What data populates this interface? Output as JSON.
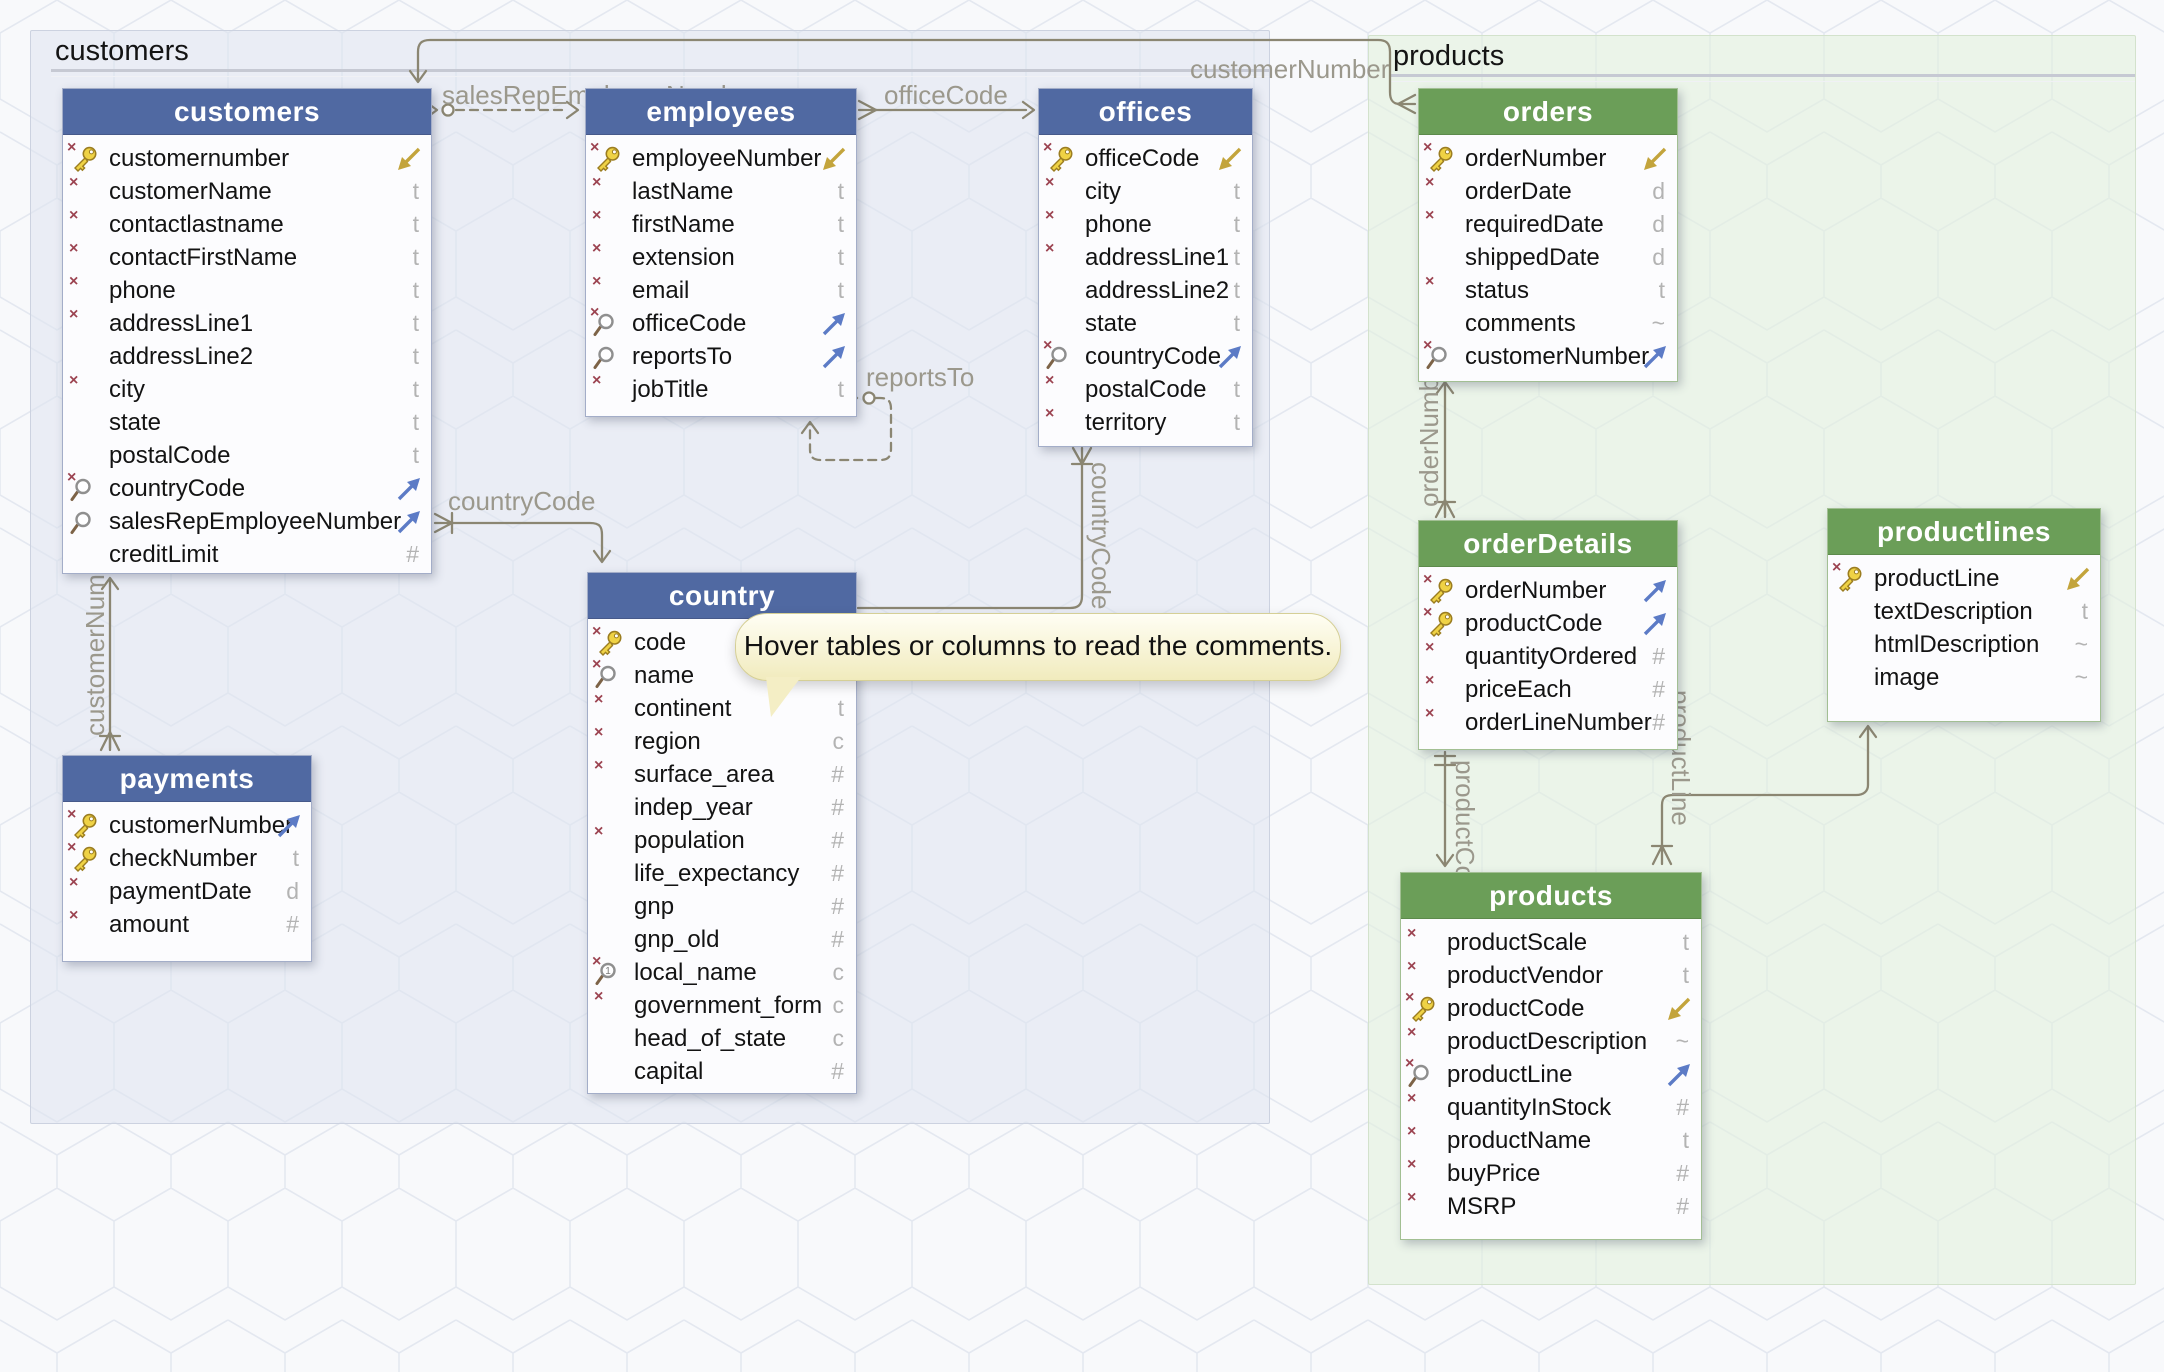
{
  "groups": [
    {
      "id": "customers",
      "label": "customers"
    },
    {
      "id": "products",
      "label": "products"
    }
  ],
  "tooltip": {
    "text": "Hover tables or columns to read the comments."
  },
  "tables": [
    {
      "id": "customers",
      "title": "customers",
      "theme": "blue",
      "columns": [
        {
          "name": "customernumber",
          "icon": "xkey",
          "marker": "ref"
        },
        {
          "name": "customerName",
          "icon": "x",
          "type": "t"
        },
        {
          "name": "contactlastname",
          "icon": "x",
          "type": "t"
        },
        {
          "name": "contactFirstName",
          "icon": "x",
          "type": "t"
        },
        {
          "name": "phone",
          "icon": "x",
          "type": "t"
        },
        {
          "name": "addressLine1",
          "icon": "x",
          "type": "t"
        },
        {
          "name": "addressLine2",
          "icon": "",
          "type": "t"
        },
        {
          "name": "city",
          "icon": "x",
          "type": "t"
        },
        {
          "name": "state",
          "icon": "",
          "type": "t"
        },
        {
          "name": "postalCode",
          "icon": "",
          "type": "t"
        },
        {
          "name": "countryCode",
          "icon": "xmag",
          "marker": "fk"
        },
        {
          "name": "salesRepEmployeeNumber",
          "icon": "mag",
          "marker": "fk"
        },
        {
          "name": "creditLimit",
          "icon": "",
          "type": "#"
        }
      ]
    },
    {
      "id": "employees",
      "title": "employees",
      "theme": "blue",
      "columns": [
        {
          "name": "employeeNumber",
          "icon": "xkey",
          "marker": "ref"
        },
        {
          "name": "lastName",
          "icon": "x",
          "type": "t"
        },
        {
          "name": "firstName",
          "icon": "x",
          "type": "t"
        },
        {
          "name": "extension",
          "icon": "x",
          "type": "t"
        },
        {
          "name": "email",
          "icon": "x",
          "type": "t"
        },
        {
          "name": "officeCode",
          "icon": "xmag",
          "marker": "fk"
        },
        {
          "name": "reportsTo",
          "icon": "mag",
          "marker": "fk"
        },
        {
          "name": "jobTitle",
          "icon": "x",
          "type": "t"
        }
      ]
    },
    {
      "id": "offices",
      "title": "offices",
      "theme": "blue",
      "columns": [
        {
          "name": "officeCode",
          "icon": "xkey",
          "marker": "ref"
        },
        {
          "name": "city",
          "icon": "x",
          "type": "t"
        },
        {
          "name": "phone",
          "icon": "x",
          "type": "t"
        },
        {
          "name": "addressLine1",
          "icon": "x",
          "type": "t"
        },
        {
          "name": "addressLine2",
          "icon": "",
          "type": "t"
        },
        {
          "name": "state",
          "icon": "",
          "type": "t"
        },
        {
          "name": "countryCode",
          "icon": "xmag",
          "marker": "fk"
        },
        {
          "name": "postalCode",
          "icon": "x",
          "type": "t"
        },
        {
          "name": "territory",
          "icon": "x",
          "type": "t"
        }
      ]
    },
    {
      "id": "orders",
      "title": "orders",
      "theme": "green",
      "columns": [
        {
          "name": "orderNumber",
          "icon": "xkey",
          "marker": "ref"
        },
        {
          "name": "orderDate",
          "icon": "x",
          "type": "d"
        },
        {
          "name": "requiredDate",
          "icon": "x",
          "type": "d"
        },
        {
          "name": "shippedDate",
          "icon": "",
          "type": "d"
        },
        {
          "name": "status",
          "icon": "x",
          "type": "t"
        },
        {
          "name": "comments",
          "icon": "",
          "type": "~"
        },
        {
          "name": "customerNumber",
          "icon": "xmag",
          "marker": "fk"
        }
      ]
    },
    {
      "id": "country",
      "title": "country",
      "theme": "blue",
      "columns": [
        {
          "name": "code",
          "icon": "xkey"
        },
        {
          "name": "name",
          "icon": "xmag"
        },
        {
          "name": "continent",
          "icon": "x",
          "type": "t"
        },
        {
          "name": "region",
          "icon": "x",
          "type": "c"
        },
        {
          "name": "surface_area",
          "icon": "x",
          "type": "#"
        },
        {
          "name": "indep_year",
          "icon": "",
          "type": "#"
        },
        {
          "name": "population",
          "icon": "x",
          "type": "#"
        },
        {
          "name": "life_expectancy",
          "icon": "",
          "type": "#"
        },
        {
          "name": "gnp",
          "icon": "",
          "type": "#"
        },
        {
          "name": "gnp_old",
          "icon": "",
          "type": "#"
        },
        {
          "name": "local_name",
          "icon": "xmag1",
          "type": "c"
        },
        {
          "name": "government_form",
          "icon": "x",
          "type": "c"
        },
        {
          "name": "head_of_state",
          "icon": "",
          "type": "c"
        },
        {
          "name": "capital",
          "icon": "",
          "type": "#"
        }
      ]
    },
    {
      "id": "payments",
      "title": "payments",
      "theme": "blue",
      "columns": [
        {
          "name": "customerNumber",
          "icon": "xkey",
          "marker": "fk"
        },
        {
          "name": "checkNumber",
          "icon": "xkey",
          "type": "t"
        },
        {
          "name": "paymentDate",
          "icon": "x",
          "type": "d"
        },
        {
          "name": "amount",
          "icon": "x",
          "type": "#"
        }
      ]
    },
    {
      "id": "orderDetails",
      "title": "orderDetails",
      "theme": "green",
      "columns": [
        {
          "name": "orderNumber",
          "icon": "xkey",
          "marker": "fk"
        },
        {
          "name": "productCode",
          "icon": "xkey",
          "marker": "fk"
        },
        {
          "name": "quantityOrdered",
          "icon": "x",
          "type": "#"
        },
        {
          "name": "priceEach",
          "icon": "x",
          "type": "#"
        },
        {
          "name": "orderLineNumber",
          "icon": "x",
          "type": "#"
        }
      ]
    },
    {
      "id": "productlines",
      "title": "productlines",
      "theme": "green",
      "columns": [
        {
          "name": "productLine",
          "icon": "xkey",
          "marker": "ref"
        },
        {
          "name": "textDescription",
          "icon": "",
          "type": "t"
        },
        {
          "name": "htmlDescription",
          "icon": "",
          "type": "~"
        },
        {
          "name": "image",
          "icon": "",
          "type": "~"
        }
      ]
    },
    {
      "id": "products",
      "title": "products",
      "theme": "green",
      "columns": [
        {
          "name": "productScale",
          "icon": "x",
          "type": "t"
        },
        {
          "name": "productVendor",
          "icon": "x",
          "type": "t"
        },
        {
          "name": "productCode",
          "icon": "xkey",
          "marker": "ref"
        },
        {
          "name": "productDescription",
          "icon": "x",
          "type": "~"
        },
        {
          "name": "productLine",
          "icon": "xmag",
          "marker": "fk"
        },
        {
          "name": "quantityInStock",
          "icon": "x",
          "type": "#"
        },
        {
          "name": "productName",
          "icon": "x",
          "type": "t"
        },
        {
          "name": "buyPrice",
          "icon": "x",
          "type": "#"
        },
        {
          "name": "MSRP",
          "icon": "x",
          "type": "#"
        }
      ]
    }
  ],
  "edges": [
    {
      "id": "salesRepEmployeeNumber",
      "label": "salesRepEmployeeNumber",
      "style": "dashed"
    },
    {
      "id": "officeCode",
      "label": "officeCode",
      "style": "solid"
    },
    {
      "id": "customerNumber-orders",
      "label": "customerNumber",
      "style": "solid"
    },
    {
      "id": "reportsTo",
      "label": "reportsTo",
      "style": "dashed"
    },
    {
      "id": "countryCode-customers",
      "label": "countryCode",
      "style": "solid"
    },
    {
      "id": "countryCode-offices",
      "label": "countryCode",
      "style": "solid"
    },
    {
      "id": "customerNumber-payments",
      "label": "customerNumber",
      "style": "solid"
    },
    {
      "id": "orderNumber",
      "label": "orderNumber",
      "style": "solid"
    },
    {
      "id": "productCode",
      "label": "productCode",
      "style": "solid"
    },
    {
      "id": "productLine",
      "label": "productLine",
      "style": "solid"
    }
  ],
  "colors": {
    "header_blue": "#5069a2",
    "header_green": "#6b9e58",
    "relation_line": "#8b8672",
    "relation_label": "#9b988c",
    "type_letter": "#b3b3b3",
    "not_null_x": "#9c4451",
    "primary_key": "#efd245",
    "fk_arrow_blue": "#5c7bc6",
    "referenced_arrow_gold": "#c3a43c",
    "tooltip_bg": "#f6f0c4"
  }
}
